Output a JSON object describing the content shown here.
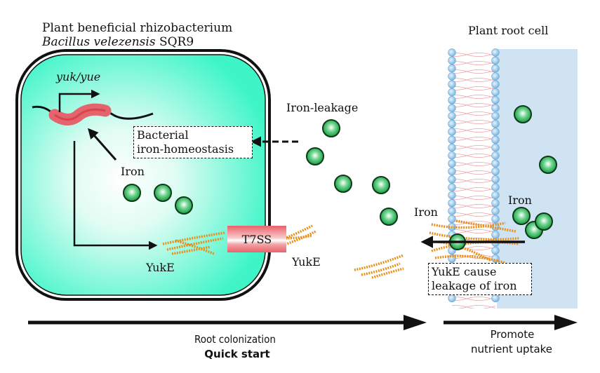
{
  "bacterium": {
    "title_line1": "Plant beneficial rhizobacterium",
    "species_italic": "Bacillus velezensis",
    "strain": " SQR9",
    "gene_label": "yuk/yue",
    "iron_label": "Iron",
    "homeostasis_box": [
      "Bacterial",
      "iron-homeostasis"
    ],
    "secretion_system": "T7SS",
    "protein_inside": "YukE",
    "protein_outside": "YukE",
    "iron_particles_inside": 3
  },
  "extracellular": {
    "leakage_label": "Iron-leakage",
    "iron_particles": 5
  },
  "plant_cell": {
    "title": "Plant root cell",
    "iron_label_outside": "Iron",
    "iron_label_inside": "Iron",
    "iron_particles_inside": 5,
    "yuke_box": [
      "YukE cause",
      "leakage of iron"
    ]
  },
  "timeline": {
    "stage1_line1": "Root colonization",
    "stage1_line2": "Quick start",
    "stage2_line1": "Promote",
    "stage2_line2": "nutrient uptake"
  },
  "colors": {
    "cell_fill": "#3ff5c8",
    "iron": "#1fa34a",
    "membrane_head": "#8fc2e6",
    "root_cytoplasm": "#cfe3f2",
    "gene": "#e3646c",
    "protein": "#e8901c",
    "t7ss": "#e9616a"
  }
}
